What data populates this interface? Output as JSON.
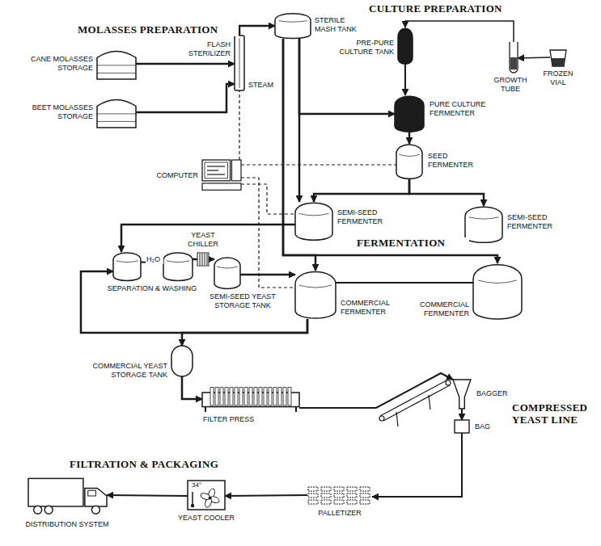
{
  "diagram": {
    "nodes": [
      {
        "text": [
          "CANE MOLASSES STORAGE"
        ]
      },
      {
        "text": [
          "BEET MOLASSES STORAGE"
        ]
      },
      {
        "text": [
          "FLASH STERILIZER"
        ]
      },
      {
        "text": [
          "STERILE MASH TANK"
        ]
      },
      {
        "text": [
          "FROZEN VIAL"
        ]
      },
      {
        "text": [
          "GROWTH TUBE"
        ]
      },
      {
        "text": [
          "PRE-PURE CULTURE TANK"
        ]
      },
      {
        "text": [
          "PURE CULTURE FERMENTER"
        ]
      },
      {
        "text": [
          "SEED FERMENTER"
        ]
      },
      {
        "text": [
          "COMPUTER"
        ]
      },
      {
        "text": [
          "SEMI-SEED FERMENTER"
        ]
      },
      {
        "text": [
          "SEMI-SEED FERMENTER"
        ]
      },
      {
        "text": [
          "SEPARATION & WASHING"
        ]
      },
      {
        "text": [
          "YEAST CHILLER"
        ]
      },
      {
        "text": [
          "SEMI-SEED YEAST STORAGE TANK"
        ]
      },
      {
        "text": [
          "COMMERCIAL FERMENTER"
        ]
      },
      {
        "text": [
          "COMMERCIAL FERMENTER"
        ]
      },
      {
        "text": [
          "COMMERCIAL YEAST STORAGE TANK"
        ]
      },
      {
        "text": [
          "FILTER PRESS"
        ]
      },
      {
        "text": [
          "BAGGER"
        ]
      },
      {
        "text": [
          "BAG"
        ]
      },
      {
        "text": [
          "PALLETIZER"
        ]
      },
      {
        "text": [
          "YEAST COOLER"
        ]
      },
      {
        "text": [
          "DISTRIBUTION SYSTEM"
        ]
      }
    ],
    "edges": [
      {
        "from": 0,
        "to": 2,
        "arrow": "to"
      },
      {
        "from": 1,
        "to": 2,
        "arrow": "to"
      },
      {
        "from": 2,
        "to": 3,
        "arrow": "to"
      },
      {
        "from": 4,
        "to": 5,
        "arrow": "to"
      },
      {
        "from": 5,
        "to": 6,
        "arrow": "to"
      },
      {
        "from": 6,
        "to": 7,
        "arrow": "to"
      },
      {
        "from": 3,
        "to": 7,
        "arrow": "to"
      },
      {
        "from": 7,
        "to": 8,
        "arrow": "to"
      },
      {
        "from": 8,
        "to": 10,
        "arrow": "to"
      },
      {
        "from": 8,
        "to": 11,
        "arrow": "to"
      },
      {
        "from": 3,
        "to": 10,
        "arrow": "to"
      },
      {
        "from": 3,
        "to": 15,
        "arrow": "to"
      },
      {
        "from": 3,
        "to": 16,
        "arrow": "to"
      },
      {
        "from": 9,
        "to": 2,
        "arrow": "none"
      },
      {
        "from": 9,
        "to": 8,
        "arrow": "none"
      },
      {
        "from": 9,
        "to": 10,
        "arrow": "none"
      },
      {
        "from": 9,
        "to": 15,
        "arrow": "none"
      },
      {
        "from": 10,
        "to": 12,
        "arrow": "to"
      },
      {
        "from": 12,
        "to": 13,
        "arrow": "none"
      },
      {
        "from": 13,
        "to": 14,
        "arrow": "to"
      },
      {
        "from": 14,
        "to": 15,
        "arrow": "to"
      },
      {
        "from": 15,
        "to": 12,
        "arrow": "to"
      },
      {
        "from": 15,
        "to": 17,
        "arrow": "to"
      },
      {
        "from": 15,
        "to": 16,
        "arrow": "none"
      },
      {
        "from": 17,
        "to": 18,
        "arrow": "to"
      },
      {
        "from": 18,
        "to": 19,
        "arrow": "to"
      },
      {
        "from": 19,
        "to": 20,
        "arrow": "to"
      },
      {
        "from": 20,
        "to": 21,
        "arrow": "to"
      },
      {
        "from": 21,
        "to": 22,
        "arrow": "to"
      },
      {
        "from": 22,
        "to": 23,
        "arrow": "to"
      }
    ],
    "labels": [
      "MOLASSES PREPARATION",
      "CULTURE PREPARATION",
      "FERMENTATION",
      "COMPRESSED YEAST LINE",
      "FILTRATION & PACKAGING",
      "STEAM",
      "H₂O",
      "34°"
    ]
  }
}
